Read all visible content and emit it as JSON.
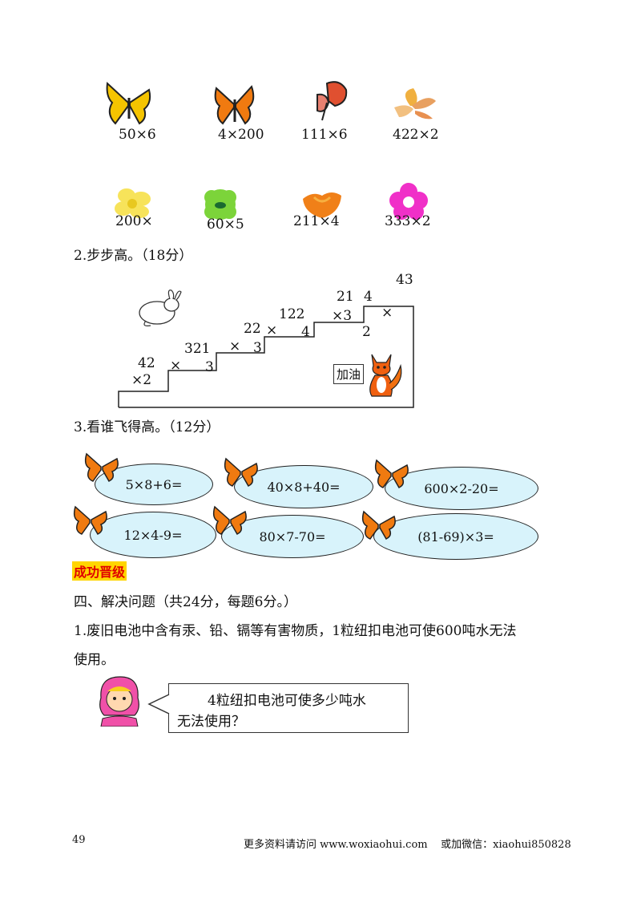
{
  "butterflies_row1": [
    {
      "expr": "50×6",
      "icon": "yellow-butterfly-icon"
    },
    {
      "expr": "4×200",
      "icon": "orange-butterfly-icon"
    },
    {
      "expr": "111×6",
      "icon": "red-butterfly-icon"
    },
    {
      "expr": "422×2",
      "icon": "golden-butterfly-icon"
    }
  ],
  "flowers_row": [
    {
      "expr": "200×",
      "icon": "yellow-flower-icon"
    },
    {
      "expr": "60×5",
      "icon": "green-flower-icon"
    },
    {
      "expr": "211×4",
      "icon": "orange-flower-icon"
    },
    {
      "expr": "333×2",
      "icon": "pink-flower-icon"
    }
  ],
  "section2": {
    "title": "2.步步高。（18分）",
    "steps": [
      {
        "top": "42",
        "bottom": "×2"
      },
      {
        "top": "321",
        "mid": "×",
        "bottom": "3"
      },
      {
        "top": "22",
        "mid": "×",
        "bottom": "3"
      },
      {
        "top": "122",
        "mid": "×",
        "bottom": "4"
      },
      {
        "top": "21",
        "mid": "×3"
      },
      {
        "top": "4",
        "mid": "2"
      },
      {
        "top": "43",
        "mid": "×"
      }
    ],
    "stamp": "加油"
  },
  "section3": {
    "title": "3.看谁飞得高。（12分）",
    "expressions": [
      "5×8+6=",
      "40×8+40=",
      "600×2-20=",
      "12×4-9=",
      "80×7-70=",
      "(81-69)×3="
    ]
  },
  "badge": "成功晋级",
  "section4": {
    "title": "四、解决问题（共24分，每题6分。）",
    "q1_line1": "1.废旧电池中含有汞、铅、镉等有害物质，1粒纽扣电池可使600吨水无法",
    "q1_line2": "使用。",
    "bubble_line1": "4粒纽扣电池可使多少吨水",
    "bubble_line2": "无法使用？"
  },
  "footer": {
    "page": "49",
    "note": "更多资料请访问 www.woxiaohui.com    或加微信：xiaohui850828"
  }
}
